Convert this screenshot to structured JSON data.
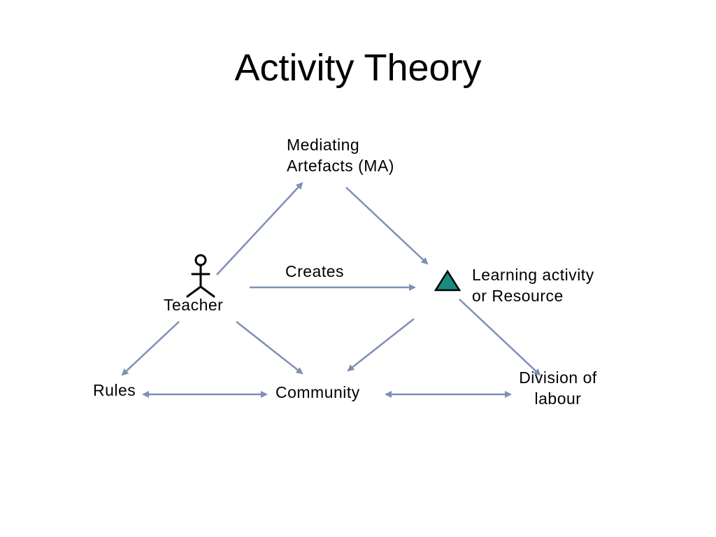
{
  "slide": {
    "title": "Activity Theory"
  },
  "nodes": {
    "mediating_artefacts": {
      "line1": "Mediating",
      "line2": "Artefacts (MA)"
    },
    "teacher": {
      "label": "Teacher"
    },
    "creates": {
      "label": "Creates"
    },
    "learning_activity": {
      "line1": "Learning activity",
      "line2": "or Resource"
    },
    "rules": {
      "label": "Rules"
    },
    "community": {
      "label": "Community"
    },
    "division_of_labour": {
      "line1": "Division of",
      "line2": "labour"
    }
  },
  "colors": {
    "arrow": "#7f8fb5",
    "triangle_fill": "#1b8a7f",
    "triangle_stroke": "#000000",
    "stick_figure": "#000000"
  },
  "icons": {
    "teacher": "stick-figure-icon",
    "learning_activity": "triangle-icon"
  }
}
